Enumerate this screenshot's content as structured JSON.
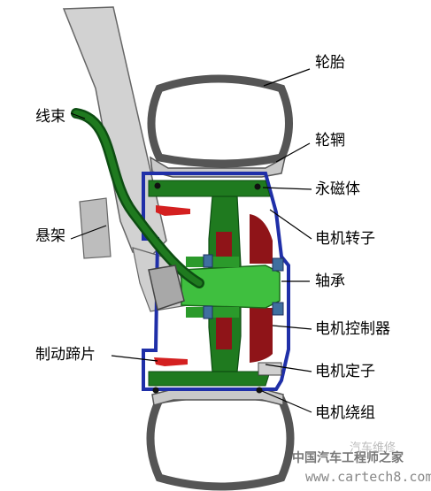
{
  "labels": {
    "tire": "轮胎",
    "rim": "轮辋",
    "permanent_magnet": "永磁体",
    "motor_rotor": "电机转子",
    "bearing": "轴承",
    "motor_controller": "电机控制器",
    "motor_stator": "电机定子",
    "motor_winding": "电机绕组",
    "wire_harness": "线束",
    "suspension": "悬架",
    "brake_shoe": "制动蹄片"
  },
  "watermark": {
    "site_name": "中国汽车工程师之家",
    "url": "www.cartech8.com",
    "faint_text": "汽车维修"
  },
  "colors": {
    "green": "#1f7a1f",
    "dark_green": "#0d4d12",
    "maroon": "#8f1418",
    "blue": "#1f2fa8",
    "red": "#d42020",
    "gray": "#c8c8c8",
    "steel_blue": "#3f6f9f"
  }
}
